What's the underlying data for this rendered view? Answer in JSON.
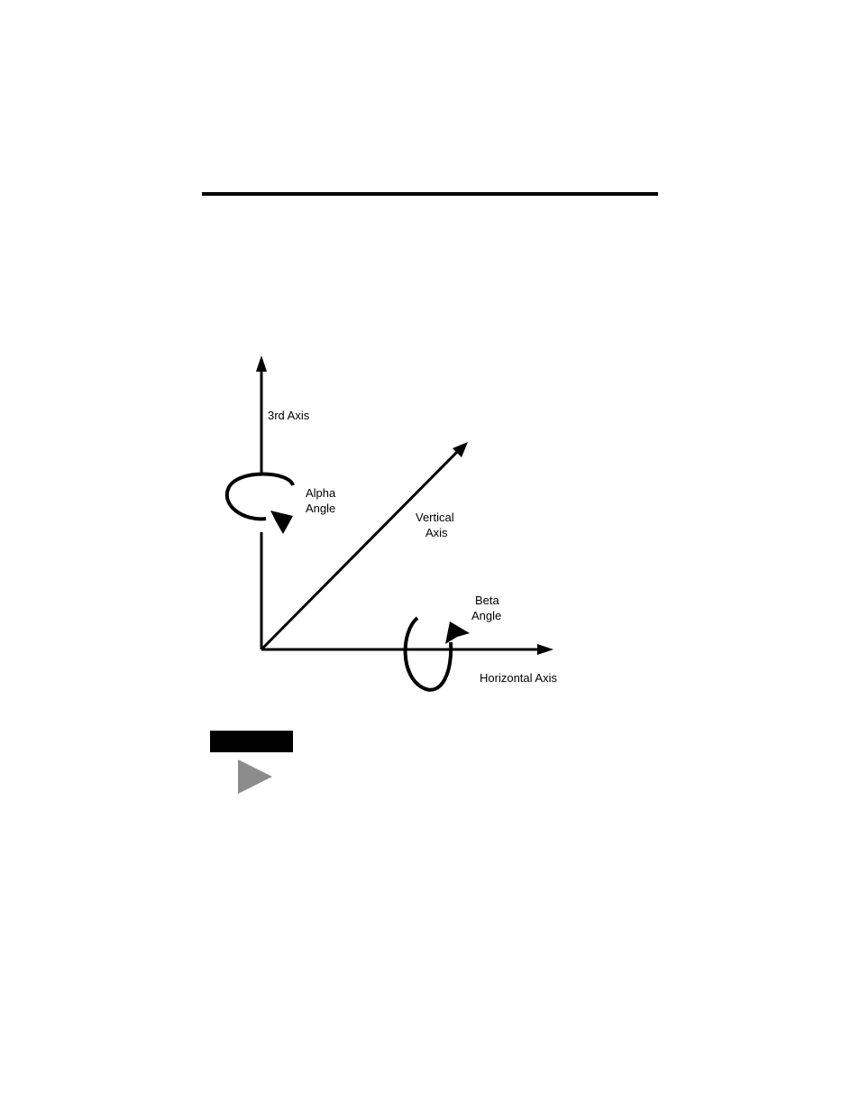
{
  "diagram": {
    "labels": {
      "third_axis": "3rd Axis",
      "alpha_line1": "Alpha",
      "alpha_line2": "Angle",
      "vertical_line1": "Vertical",
      "vertical_line2": "Axis",
      "beta_line1": "Beta",
      "beta_line2": "Angle",
      "horizontal_axis": "Horizontal Axis"
    },
    "colors": {
      "stroke": "#000000",
      "marker": "#8c8c8c"
    }
  },
  "icons": {
    "marker": "play-triangle-icon"
  }
}
